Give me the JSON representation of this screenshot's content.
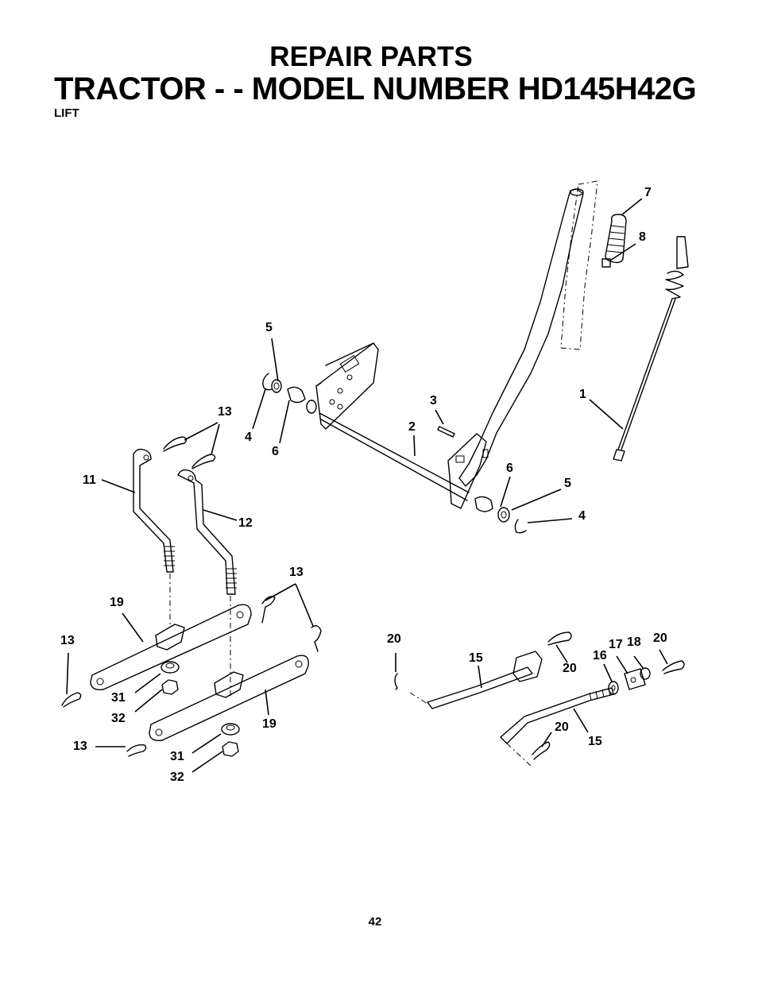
{
  "header": {
    "title_top": "REPAIR PARTS",
    "title_main": "TRACTOR - - MODEL NUMBER HD145H42G",
    "section": "LIFT"
  },
  "callouts": {
    "c1": "1",
    "c2": "2",
    "c3": "3",
    "c4a": "4",
    "c4b": "4",
    "c5a": "5",
    "c5b": "5",
    "c6a": "6",
    "c6b": "6",
    "c7": "7",
    "c8": "8",
    "c11": "11",
    "c12": "12",
    "c13a": "13",
    "c13b": "13",
    "c13c": "13",
    "c13d": "13",
    "c15a": "15",
    "c15b": "15",
    "c16": "16",
    "c17": "17",
    "c18": "18",
    "c19a": "19",
    "c19b": "19",
    "c20a": "20",
    "c20b": "20",
    "c20c": "20",
    "c20d": "20",
    "c31a": "31",
    "c31b": "31",
    "c32a": "32",
    "c32b": "32"
  },
  "footer": {
    "page_number": "42"
  }
}
